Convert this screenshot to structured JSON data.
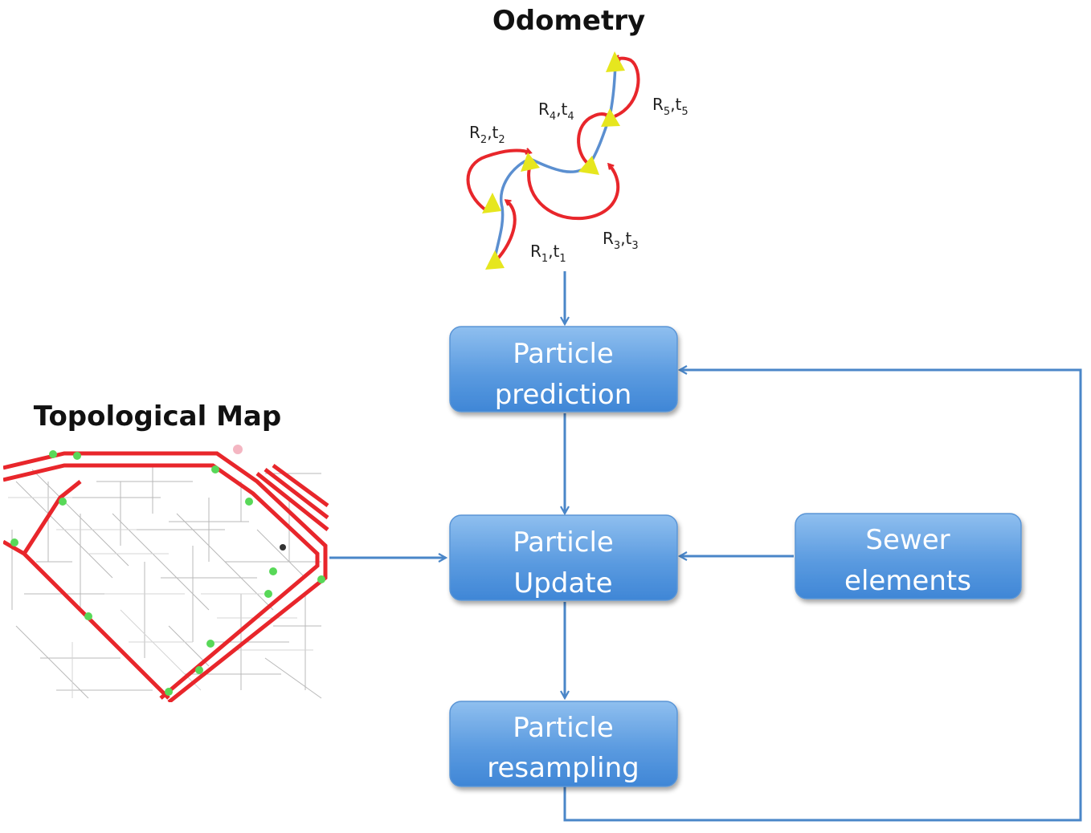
{
  "titles": {
    "odometry": "Odometry",
    "topological_map": "Topological Map"
  },
  "boxes": {
    "prediction": {
      "line1": "Particle",
      "line2": "prediction"
    },
    "update": {
      "line1": "Particle",
      "line2": "Update"
    },
    "resampling": {
      "line1": "Particle",
      "line2": "resampling"
    },
    "sewer": {
      "line1": "Sewer",
      "line2": "elements"
    }
  },
  "odometry_labels": [
    {
      "R": "R",
      "r_sub": "1",
      "t": "t",
      "t_sub": "1"
    },
    {
      "R": "R",
      "r_sub": "2",
      "t": "t",
      "t_sub": "2"
    },
    {
      "R": "R",
      "r_sub": "3",
      "t": "t",
      "t_sub": "3"
    },
    {
      "R": "R",
      "r_sub": "4",
      "t": "t",
      "t_sub": "4"
    },
    {
      "R": "R",
      "r_sub": "5",
      "t": "t",
      "t_sub": "5"
    }
  ],
  "colors": {
    "box_fill_top": "#8fbfef",
    "box_fill_bottom": "#3f86d6",
    "arrow": "#4a86c8",
    "rotation": "#e8262b",
    "pose_marker": "#e6e61e",
    "map_route": "#e8262b",
    "map_node": "#58d858"
  }
}
